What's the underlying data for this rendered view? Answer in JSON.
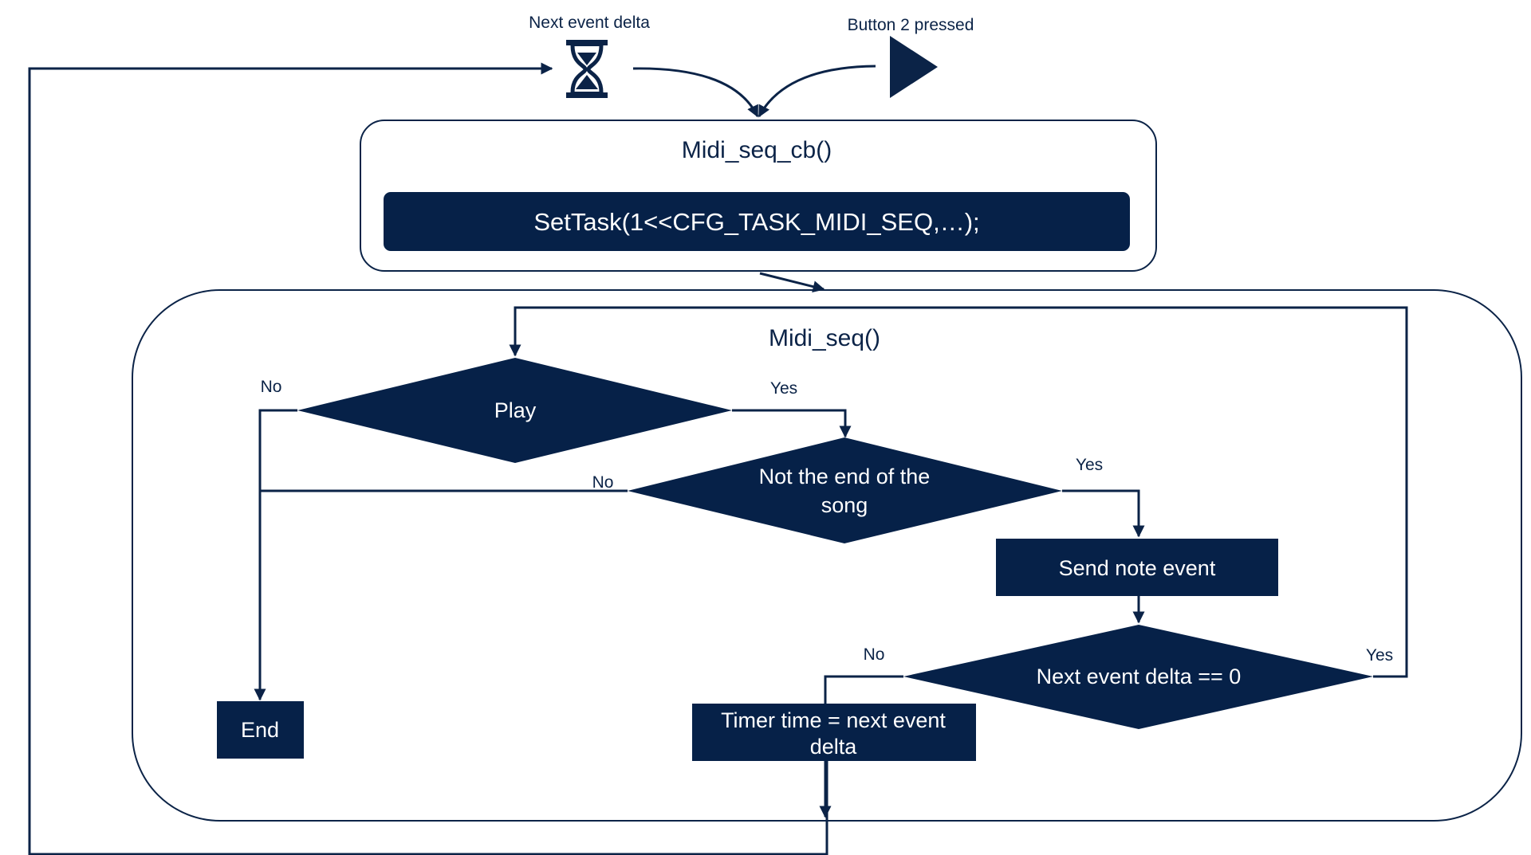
{
  "diagram": {
    "colors": {
      "primary": "#062148",
      "line": "#0b2347",
      "text_on_dark": "#ffffff",
      "background": "#ffffff"
    },
    "triggers": {
      "timer": {
        "label": "Next event delta",
        "icon": "hourglass-icon"
      },
      "button": {
        "label": "Button 2 pressed",
        "icon": "play-triangle-icon"
      }
    },
    "callback": {
      "title": "Midi_seq_cb()",
      "call": "SetTask(1<<CFG_TASK_MIDI_SEQ,…);"
    },
    "sequencer": {
      "title": "Midi_seq()",
      "nodes": {
        "play": "Play",
        "not_end_line1": "Not the end of the",
        "not_end_line2": "song",
        "send_note": "Send note event",
        "delta_zero": "Next event delta == 0",
        "timer_line1": "Timer time = next event",
        "timer_line2": "delta",
        "end": "End"
      },
      "branch_labels": {
        "play_no": "No",
        "play_yes": "Yes",
        "not_end_no": "No",
        "not_end_yes": "Yes",
        "delta_no": "No",
        "delta_yes": "Yes"
      }
    }
  }
}
